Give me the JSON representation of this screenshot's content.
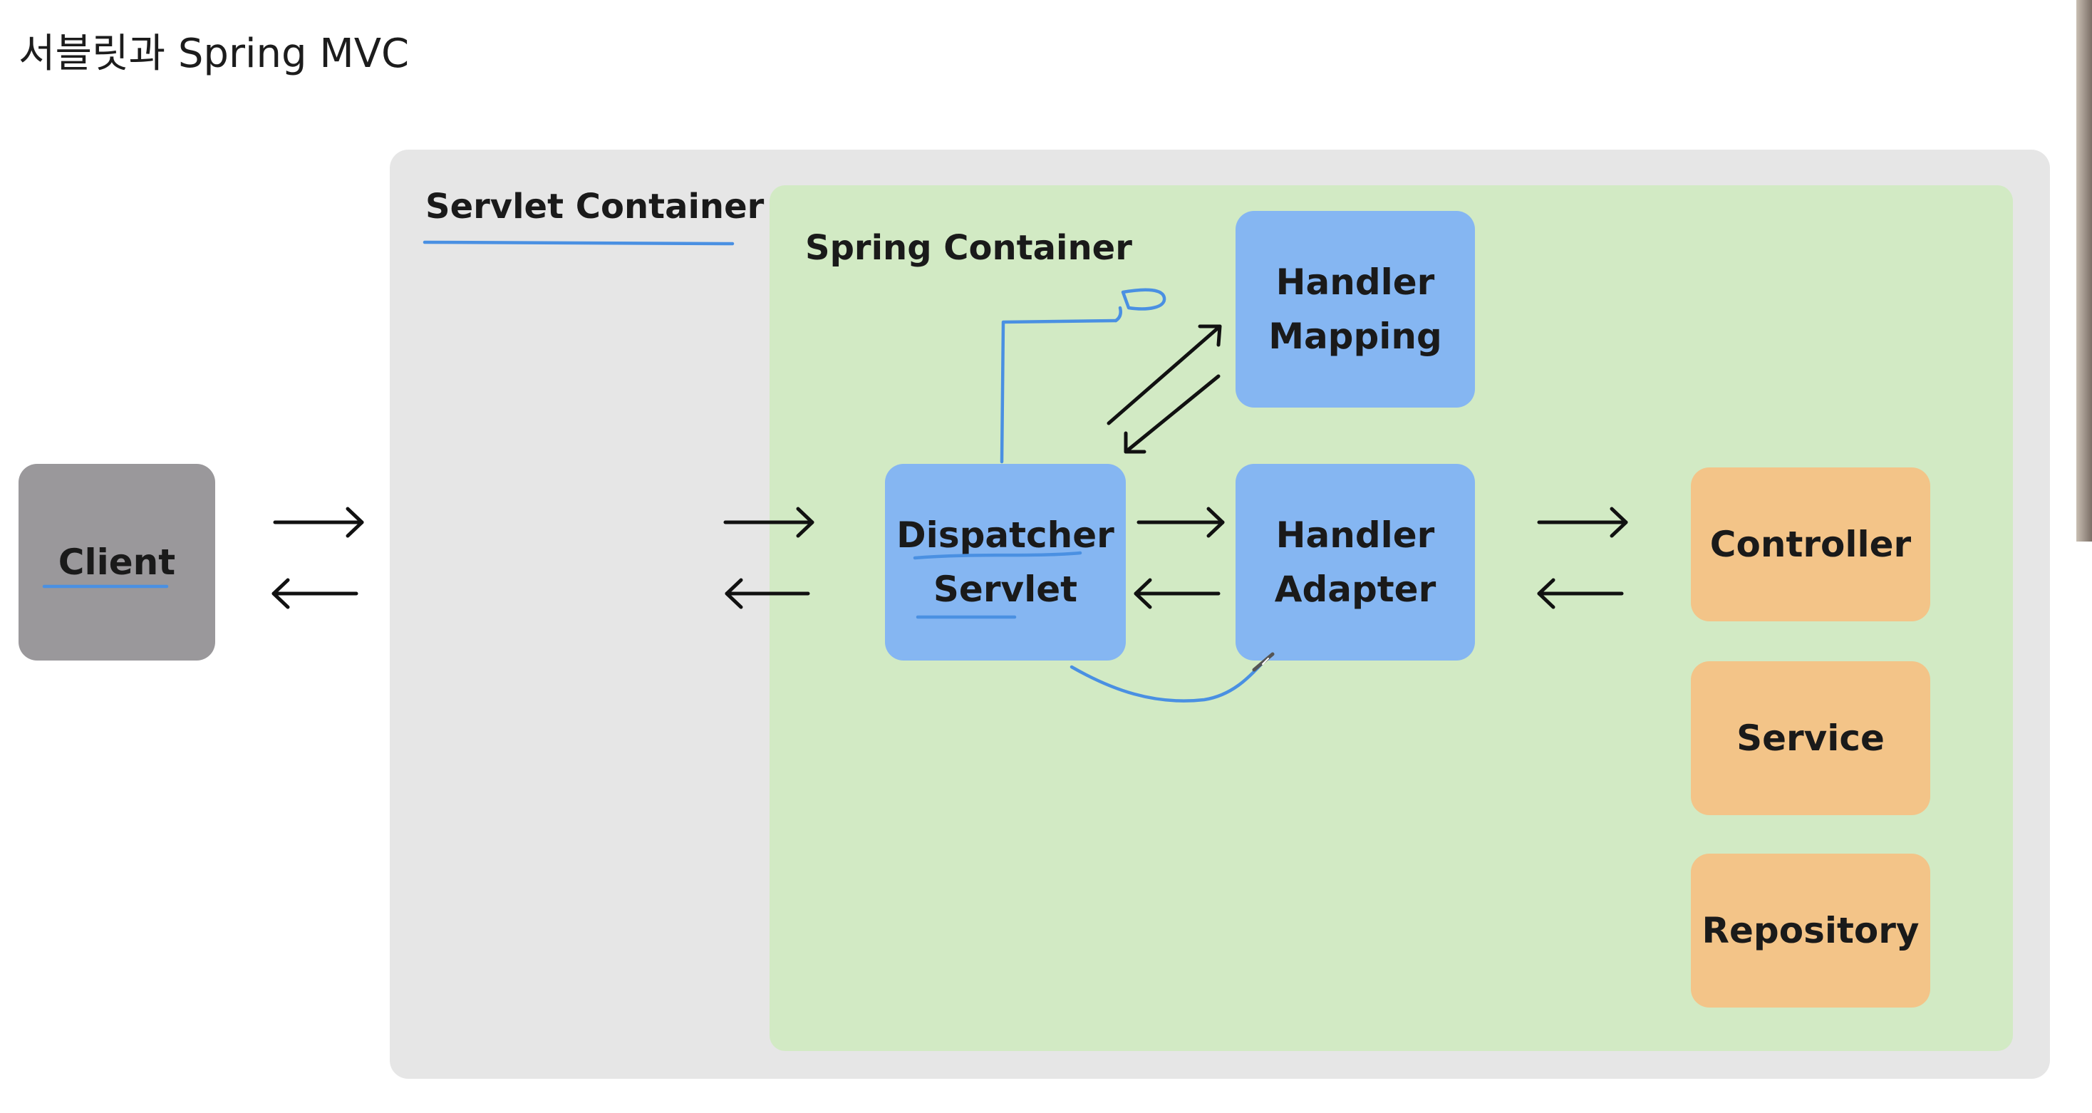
{
  "slide": {
    "title": "서블릿과 Spring MVC"
  },
  "containers": {
    "servlet": "Servlet Container",
    "spring": "Spring Container"
  },
  "nodes": {
    "client": "Client",
    "dispatcher": [
      "Dispatcher",
      "Servlet"
    ],
    "handler_mapping": [
      "Handler",
      "Mapping"
    ],
    "handler_adapter": [
      "Handler",
      "Adapter"
    ],
    "controller": "Controller",
    "service": "Service",
    "repository": "Repository"
  },
  "colors": {
    "servlet_container_bg": "#e6e6e6",
    "spring_container_bg": "#d2eac4",
    "client_box": "#9a989b",
    "spring_component_box": "#85b6f2",
    "layer_box": "#f3c488",
    "pen_annotation": "#4a90e2",
    "arrow": "#111111"
  }
}
